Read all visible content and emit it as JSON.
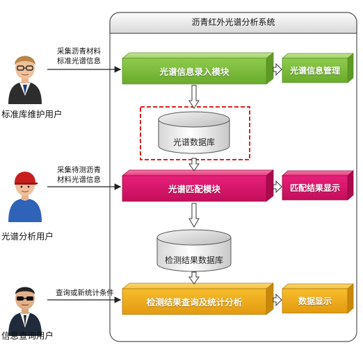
{
  "system": {
    "title": "沥青红外光谱分析系统"
  },
  "modules": {
    "entry": "光谱信息录入模块",
    "match": "光谱匹配模块",
    "query": "检测结果查询及统计分析"
  },
  "outputs": {
    "manage": "光谱信息管理",
    "match_display": "匹配结果显示",
    "data_display": "数据显示"
  },
  "databases": {
    "spectrum": "光谱数据库",
    "results": "检测结果数据库"
  },
  "users": {
    "maintainer": "标准库维护用户",
    "analyst": "光谱分析用户",
    "query": "信息查询用户"
  },
  "inputs": {
    "maintainer_line1": "采集沥青材料",
    "maintainer_line2": "标准光谱信息",
    "analyst_line1": "采集待测沥青",
    "analyst_line2": "材料光谱信息",
    "query": "查询或新统计条件"
  },
  "colors": {
    "green": "#86c440",
    "magenta": "#e0146a",
    "yellow": "#f5b623",
    "dashed": "#e02020"
  },
  "icons": [
    "user-maintainer-icon",
    "user-analyst-icon",
    "user-query-icon"
  ]
}
